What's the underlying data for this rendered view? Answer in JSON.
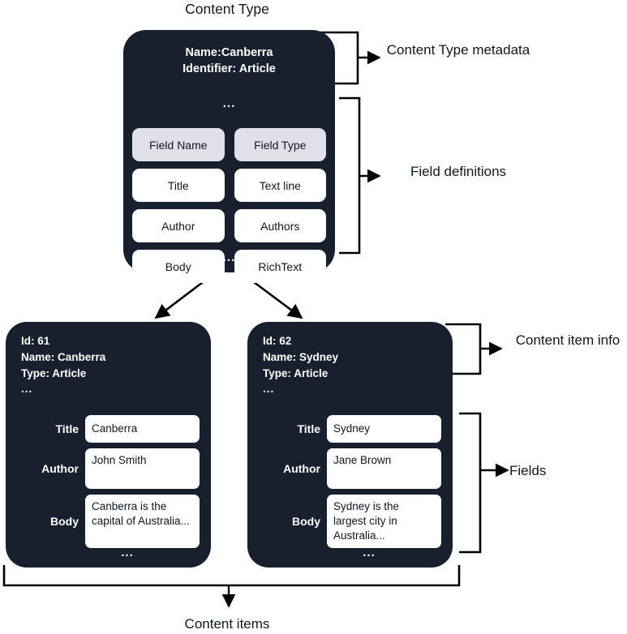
{
  "diagram": {
    "title_top": "Content Type",
    "title_bottom": "Content items",
    "accent_dark": "#18202f",
    "pill_header_bg": "#dfe0ea",
    "pill_bg": "#ffffff",
    "line_color": "#000000",
    "page_bg": "#ffffff"
  },
  "content_type": {
    "metadata": {
      "name_line": "Name:Canberra",
      "identifier_line": "Identifier: Article",
      "ellipsis": "..."
    },
    "field_table": {
      "headers": [
        "Field Name",
        "Field Type"
      ],
      "rows": [
        [
          "Title",
          "Text line"
        ],
        [
          "Author",
          "Authors"
        ],
        [
          "Body",
          "RichText"
        ]
      ],
      "ellipsis": "..."
    }
  },
  "content_items": [
    {
      "info": {
        "id_line": "Id: 61",
        "name_line": "Name: Canberra",
        "type_line": "Type: Article",
        "ellipsis": "..."
      },
      "fields": [
        {
          "label": "Title",
          "value": "Canberra"
        },
        {
          "label": "Author",
          "value": "John Smith"
        },
        {
          "label": "Body",
          "value": "Canberra is the capital of Australia..."
        }
      ],
      "ellipsis": "..."
    },
    {
      "info": {
        "id_line": "Id: 62",
        "name_line": "Name: Sydney",
        "type_line": "Type: Article",
        "ellipsis": "..."
      },
      "fields": [
        {
          "label": "Title",
          "value": "Sydney"
        },
        {
          "label": "Author",
          "value": "Jane Brown"
        },
        {
          "label": "Body",
          "value": "Sydney is the largest city in Australia..."
        }
      ],
      "ellipsis": "..."
    }
  ],
  "annotations": {
    "content_type_metadata": "Content Type metadata",
    "field_definitions": "Field definitions",
    "content_item_info": "Content item info",
    "fields": "Fields"
  }
}
